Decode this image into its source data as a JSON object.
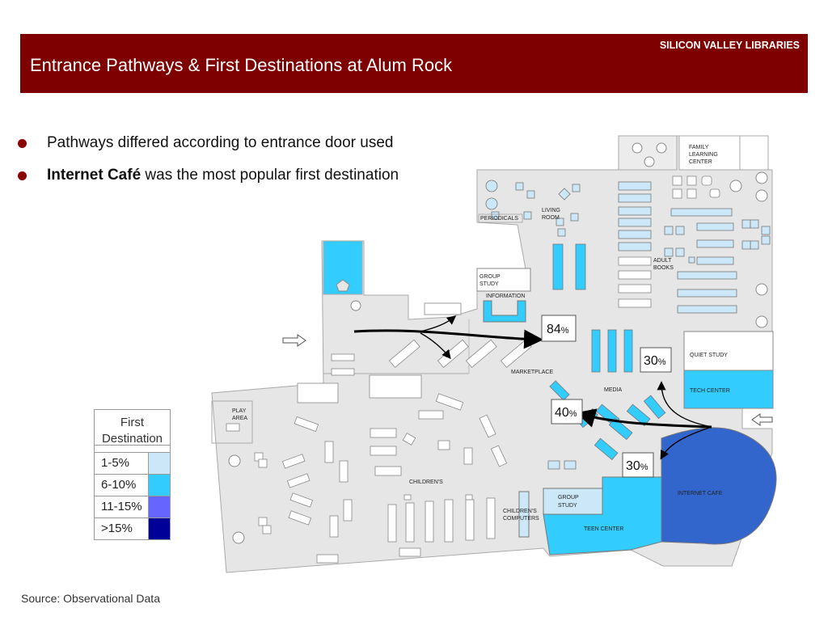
{
  "header": {
    "brand": "SILICON VALLEY LIBRARIES",
    "title": "Entrance Pathways & First Destinations at Alum Rock"
  },
  "bullets": [
    {
      "bold": "",
      "text": "Pathways differed according to entrance door used"
    },
    {
      "bold": "Internet Café",
      "text": " was the most popular first destination"
    }
  ],
  "map": {
    "labels": {
      "family_learning": [
        "FAMILY",
        "LEARNING",
        "CENTER"
      ],
      "periodicals": "PERIODICALS",
      "living_room": [
        "LIVING",
        "ROOM"
      ],
      "adult_books": [
        "ADULT",
        "BOOKS"
      ],
      "group_study_top": [
        "GROUP",
        "STUDY"
      ],
      "information": "INFORMATION",
      "marketplace": "MARKETPLACE",
      "media": "MEDIA",
      "quiet_study": "QUIET STUDY",
      "tech_center": "TECH CENTER",
      "play_area": [
        "PLAY",
        "AREA"
      ],
      "childrens": "CHILDREN'S",
      "childrens_computers": [
        "CHILDREN'S",
        "COMPUTERS"
      ],
      "group_study_bottom": [
        "GROUP",
        "STUDY"
      ],
      "teen_center": "TEEN CENTER",
      "internet_cafe": "INTERNET CAFE"
    },
    "percentages": [
      {
        "value": "84",
        "unit": "%"
      },
      {
        "value": "30",
        "unit": "%"
      },
      {
        "value": "40",
        "unit": "%"
      },
      {
        "value": "30",
        "unit": "%"
      }
    ]
  },
  "legend": {
    "title": [
      "First",
      "Destination"
    ],
    "rows": [
      {
        "label": "1-5%",
        "color": "#cce8f8"
      },
      {
        "label": "6-10%",
        "color": "#33ccff"
      },
      {
        "label": "11-15%",
        "color": "#6666ff"
      },
      {
        "label": ">15%",
        "color": "#000099"
      }
    ]
  },
  "source": "Source: Observational Data"
}
